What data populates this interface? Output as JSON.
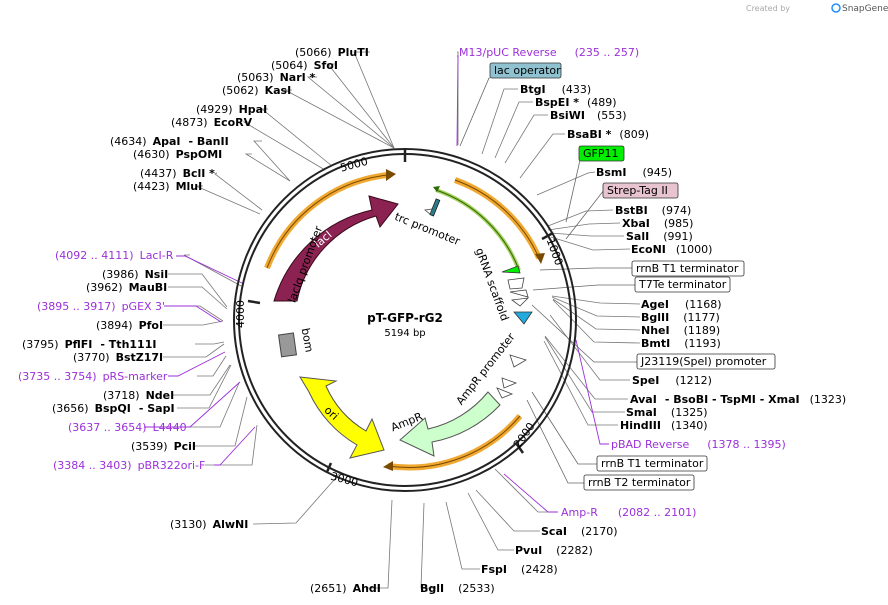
{
  "credit": {
    "prefix": "Created by",
    "brand": "SnapGene"
  },
  "plasmid": {
    "name": "pT-GFP-rG2",
    "size": "5194 bp",
    "length": 5194
  },
  "ticks": [
    "1000",
    "2000",
    "3000",
    "4000",
    "5000"
  ],
  "features": {
    "lacI": "lacI",
    "lacIq": "lacIq promoter",
    "trc": "trc promoter",
    "gRNA": "gRNA scaffold",
    "bom": "bom",
    "ori": "ori",
    "AmpR": "AmpR",
    "AmpRpromoter": "AmpR promoter"
  },
  "left_labels": [
    {
      "pos": "(5066)",
      "name": "PluTI",
      "purple": false
    },
    {
      "pos": "(5064)",
      "name": "SfoI",
      "purple": false
    },
    {
      "pos": "(5063)",
      "name": "NarI *",
      "purple": false
    },
    {
      "pos": "(5062)",
      "name": "KasI",
      "purple": false
    },
    {
      "pos": "(4929)",
      "name": "HpaI",
      "purple": false
    },
    {
      "pos": "(4873)",
      "name": "EcoRV",
      "purple": false
    },
    {
      "pos": "(4634)",
      "name": "ApaI",
      "extra": "- BanII",
      "purple": false
    },
    {
      "pos": "(4630)",
      "name": "PspOMI",
      "purple": false
    },
    {
      "pos": "(4437)",
      "name": "BclI *",
      "purple": false
    },
    {
      "pos": "(4423)",
      "name": "MluI",
      "purple": false
    },
    {
      "pos": "(4092 .. 4111)",
      "name": "LacI-R",
      "purple": true
    },
    {
      "pos": "(3986)",
      "name": "NsiI",
      "purple": false
    },
    {
      "pos": "(3962)",
      "name": "MauBI",
      "purple": false
    },
    {
      "pos": "(3895 .. 3917)",
      "name": "pGEX 3'",
      "purple": true
    },
    {
      "pos": "(3894)",
      "name": "PfoI",
      "purple": false
    },
    {
      "pos": "(3795)",
      "name": "PflFI",
      "extra": "- Tth111I",
      "purple": false
    },
    {
      "pos": "(3770)",
      "name": "BstZ17I",
      "purple": false
    },
    {
      "pos": "(3735 .. 3754)",
      "name": "pRS-marker",
      "purple": true
    },
    {
      "pos": "(3718)",
      "name": "NdeI",
      "purple": false
    },
    {
      "pos": "(3656)",
      "name": "BspQI",
      "extra": "- SapI",
      "purple": false
    },
    {
      "pos": "(3637 .. 3654)",
      "name": "L4440",
      "purple": true
    },
    {
      "pos": "(3539)",
      "name": "PciI",
      "purple": false
    },
    {
      "pos": "(3384 .. 3403)",
      "name": "pBR322ori-F",
      "purple": true
    },
    {
      "pos": "(3130)",
      "name": "AlwNI",
      "purple": false
    }
  ],
  "right_labels": [
    {
      "name": "M13/pUC Reverse",
      "pos": "(235 .. 257)",
      "purple": true
    },
    {
      "name": "BtgI",
      "pos": "(433)",
      "purple": false
    },
    {
      "name": "BspEI *",
      "pos": "(489)",
      "purple": false
    },
    {
      "name": "BsiWI",
      "pos": "(553)",
      "purple": false
    },
    {
      "name": "BsaBI *",
      "pos": "(809)",
      "purple": false
    },
    {
      "name": "BsmI",
      "pos": "(945)",
      "purple": false
    },
    {
      "name": "BstBI",
      "pos": "(974)",
      "purple": false
    },
    {
      "name": "XbaI",
      "pos": "(985)",
      "purple": false
    },
    {
      "name": "SalI",
      "pos": "(991)",
      "purple": false
    },
    {
      "name": "EcoNI",
      "pos": "(1000)",
      "purple": false
    },
    {
      "name": "AgeI",
      "pos": "(1168)",
      "purple": false
    },
    {
      "name": "BglII",
      "pos": "(1177)",
      "purple": false
    },
    {
      "name": "NheI",
      "pos": "(1189)",
      "purple": false
    },
    {
      "name": "BmtI",
      "pos": "(1193)",
      "purple": false
    },
    {
      "name": "SpeI",
      "pos": "(1212)",
      "purple": false
    },
    {
      "name": "AvaI",
      "extra": "- BsoBI  - TspMI  - XmaI",
      "pos": "(1323)",
      "purple": false
    },
    {
      "name": "SmaI",
      "pos": "(1325)",
      "purple": false
    },
    {
      "name": "HindIII",
      "pos": "(1340)",
      "purple": false
    },
    {
      "name": "pBAD Reverse",
      "pos": "(1378 .. 1395)",
      "purple": true
    },
    {
      "name": "Amp-R",
      "pos": "(2082 .. 2101)",
      "purple": true
    },
    {
      "name": "ScaI",
      "pos": "(2170)",
      "purple": false
    },
    {
      "name": "PvuI",
      "pos": "(2282)",
      "purple": false
    },
    {
      "name": "FspI",
      "pos": "(2428)",
      "purple": false
    },
    {
      "name": "BglI",
      "pos": "(2533)",
      "purple": false
    },
    {
      "name": "AhdI",
      "pos": "(2651)",
      "purple": false
    }
  ],
  "boxes": {
    "lac_operator": "lac operator",
    "gfp11": "GFP11",
    "strep": "Strep-Tag II",
    "rrnb_t1_a": "rrnB T1 terminator",
    "t7te": "T7Te terminator",
    "j23119": "J23119(SpeI) promoter",
    "rrnb_t1_b": "rrnB T1 terminator",
    "rrnb_t2": "rrnB T2 terminator"
  },
  "colors": {
    "lacI": "#8b2252",
    "ori": "#ffff00",
    "AmpR": "#ccffcc",
    "bom": "#999999",
    "primer": "#9b30d9",
    "gfp11": "#00ee00",
    "strep": "#e8c4d0",
    "lac_operator": "#8fc1d0",
    "orange_arc": "#f0a830"
  }
}
